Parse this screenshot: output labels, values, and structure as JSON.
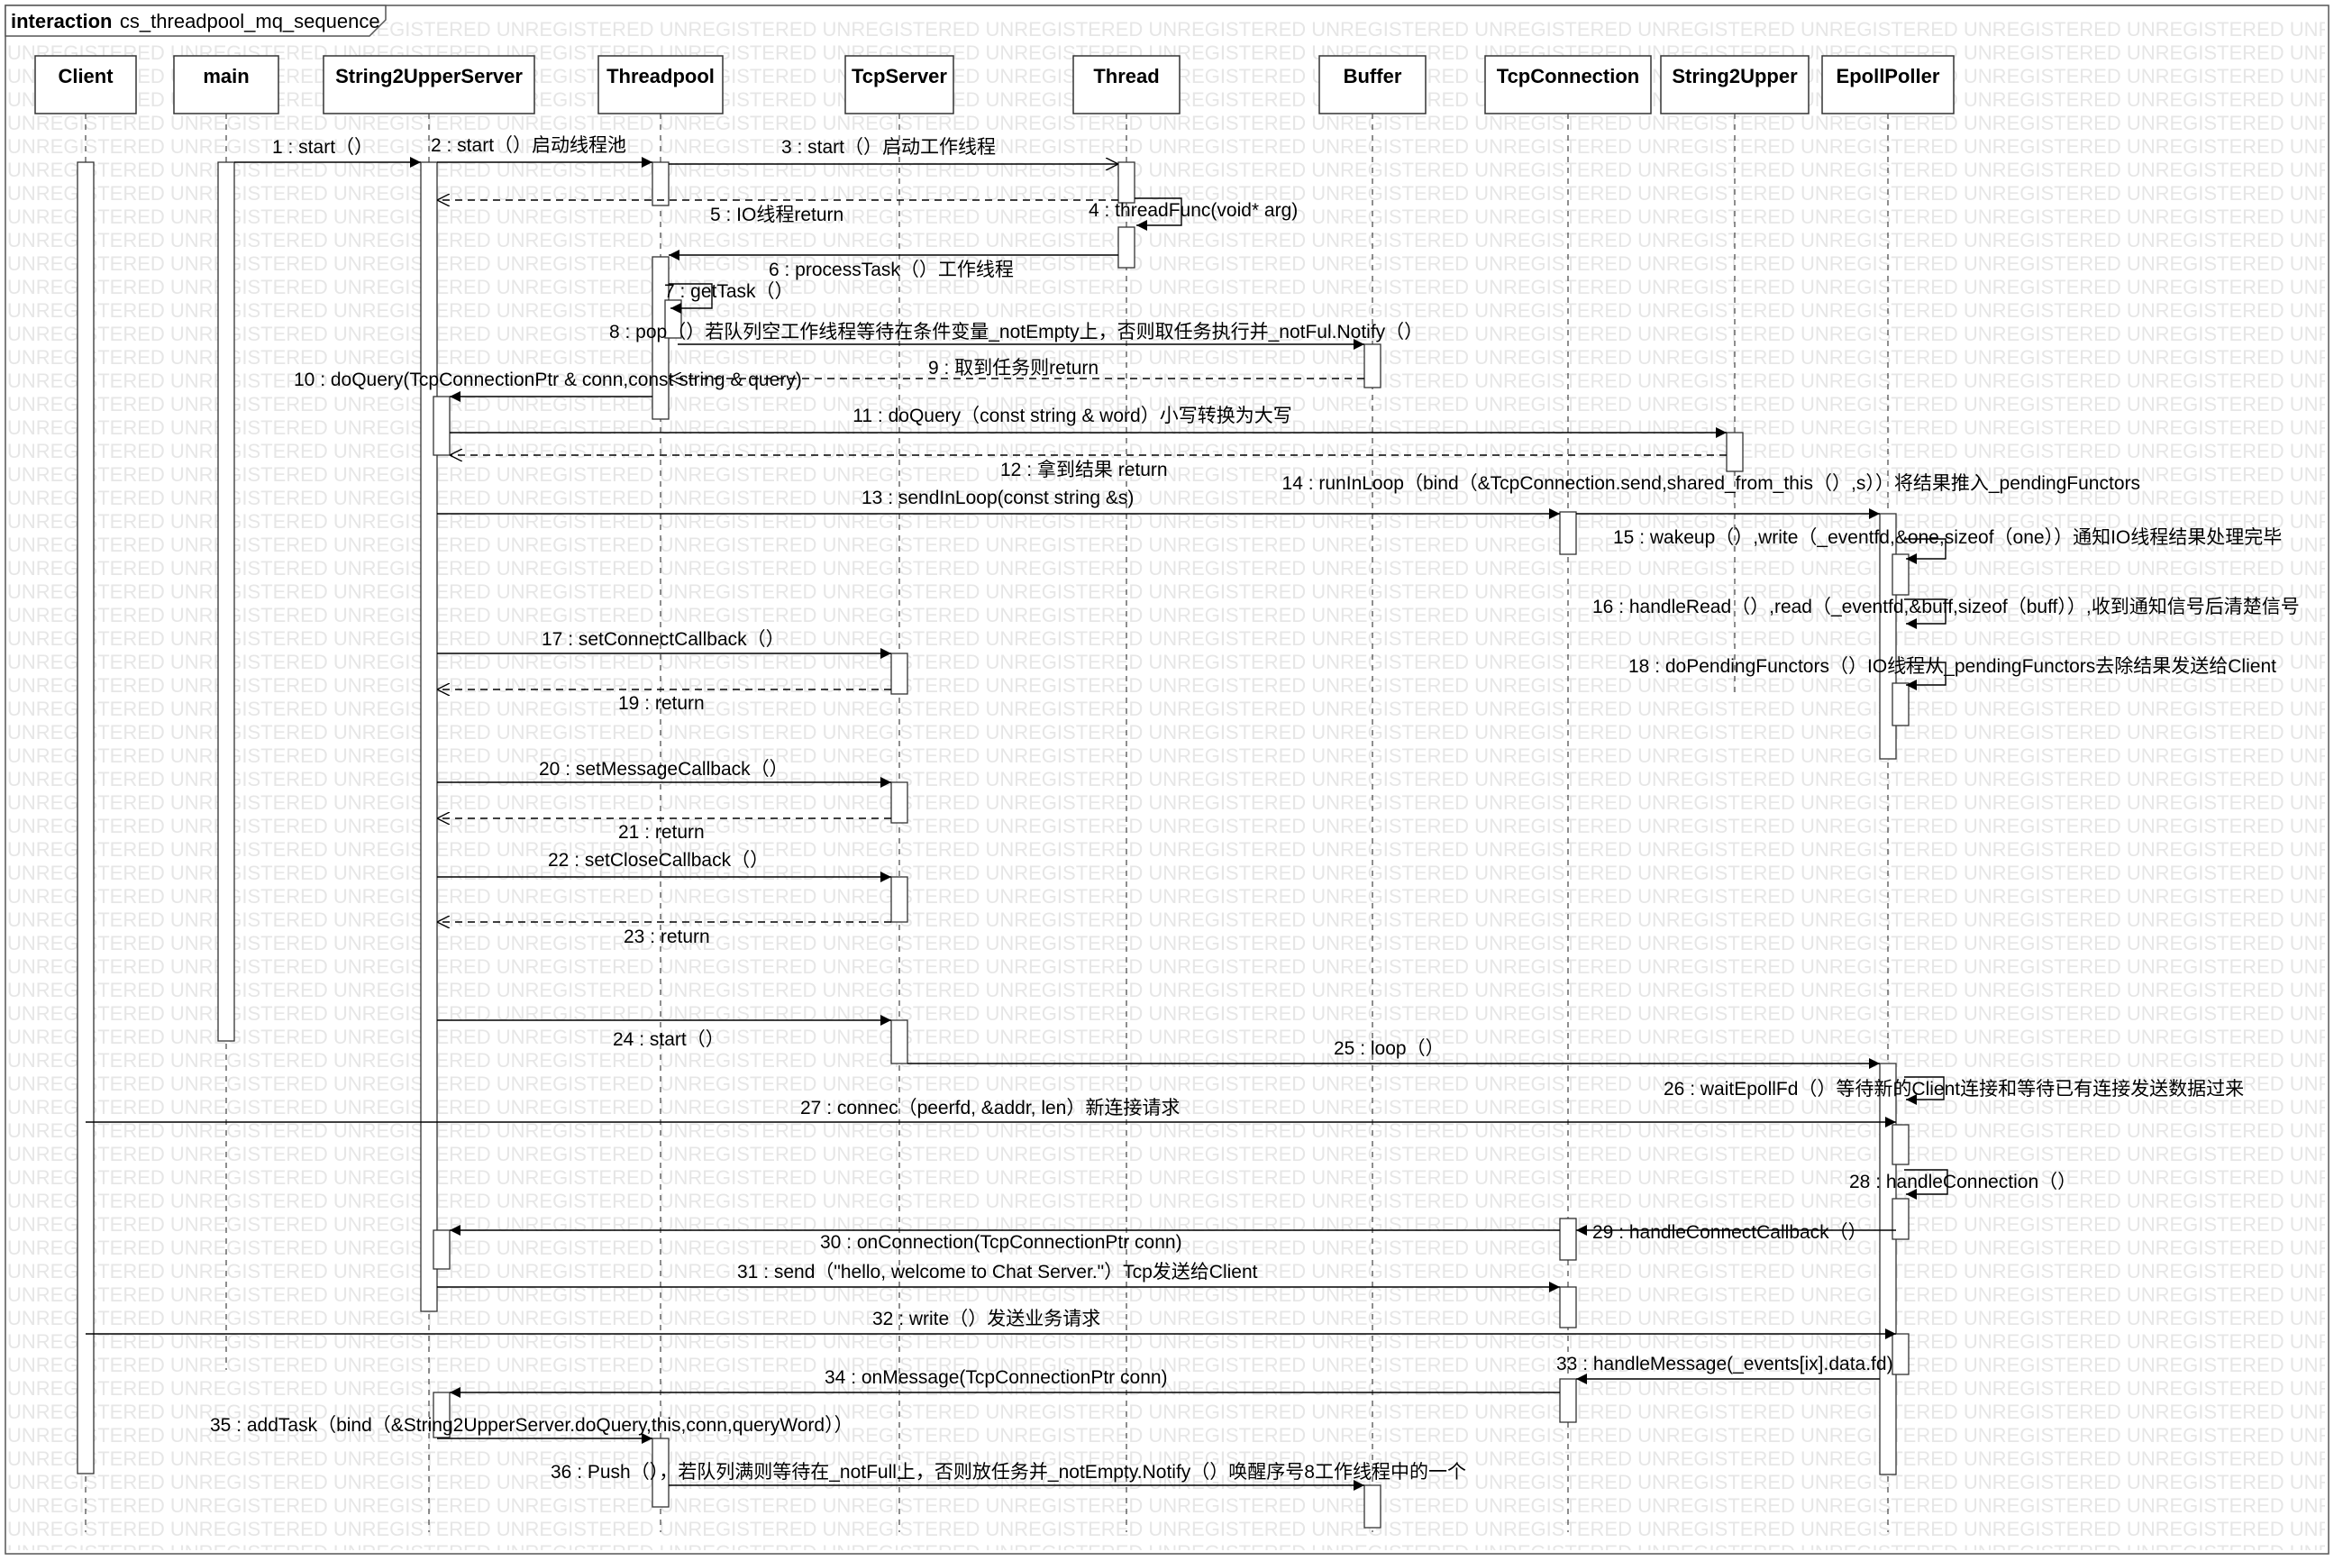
{
  "frame": {
    "keyword": "interaction",
    "name": "cs_threadpool_mq_sequence"
  },
  "watermark_text": "UNREGISTERED",
  "lifelines": [
    {
      "id": "Client",
      "label": "Client"
    },
    {
      "id": "main",
      "label": "main"
    },
    {
      "id": "String2UpperServer",
      "label": "String2UpperServer"
    },
    {
      "id": "Threadpool",
      "label": "Threadpool"
    },
    {
      "id": "TcpServer",
      "label": "TcpServer"
    },
    {
      "id": "Thread",
      "label": "Thread"
    },
    {
      "id": "Buffer",
      "label": "Buffer"
    },
    {
      "id": "TcpConnection",
      "label": "TcpConnection"
    },
    {
      "id": "String2Upper",
      "label": "String2Upper"
    },
    {
      "id": "EpollPoller",
      "label": "EpollPoller"
    }
  ],
  "messages": [
    {
      "from": "main",
      "to": "String2UpperServer",
      "label": "1 : start（）",
      "kind": "sync"
    },
    {
      "from": "String2UpperServer",
      "to": "Threadpool",
      "label": "2 : start（）启动线程池",
      "kind": "sync"
    },
    {
      "from": "Threadpool",
      "to": "Thread",
      "label": "3 : start（）启动工作线程",
      "kind": "async"
    },
    {
      "from": "Thread",
      "to": "Thread",
      "label": "4 : threadFunc(void* arg)",
      "kind": "self"
    },
    {
      "from": "Thread",
      "to": "String2UpperServer",
      "label": "5 : IO线程return",
      "kind": "return"
    },
    {
      "from": "Thread",
      "to": "Threadpool",
      "label": "6 : processTask（）工作线程",
      "kind": "sync"
    },
    {
      "from": "Threadpool",
      "to": "Threadpool",
      "label": "7 : getTask（）",
      "kind": "self"
    },
    {
      "from": "Threadpool",
      "to": "Buffer",
      "label": "8 : pop（）若队列空工作线程等待在条件变量_notEmpty上，否则取任务执行并_notFul.Notify（）",
      "kind": "sync"
    },
    {
      "from": "Buffer",
      "to": "Threadpool",
      "label": "9 : 取到任务则return",
      "kind": "return"
    },
    {
      "from": "Threadpool",
      "to": "String2UpperServer",
      "label": "10 : doQuery(TcpConnectionPtr & conn,const string & query)",
      "kind": "sync"
    },
    {
      "from": "String2UpperServer",
      "to": "String2Upper",
      "label": "11 : doQuery（const string & word）小写转换为大写",
      "kind": "sync"
    },
    {
      "from": "String2Upper",
      "to": "String2UpperServer",
      "label": "12 : 拿到结果 return",
      "kind": "return"
    },
    {
      "from": "String2UpperServer",
      "to": "TcpConnection",
      "label": "13 : sendInLoop(const string &s)",
      "kind": "sync"
    },
    {
      "from": "TcpConnection",
      "to": "EpollPoller",
      "label": "14 : runInLoop（bind（&TcpConnection.send,shared_from_this（）,s））将结果推入_pendingFunctors",
      "kind": "sync"
    },
    {
      "from": "EpollPoller",
      "to": "EpollPoller",
      "label": "15 : wakeup（）,write（_eventfd,&one,sizeof（one））通知IO线程结果处理完毕",
      "kind": "self"
    },
    {
      "from": "EpollPoller",
      "to": "EpollPoller",
      "label": "16 : handleRead（）,read（_eventfd,&buff,sizeof（buff））,收到通知信号后清楚信号",
      "kind": "self"
    },
    {
      "from": "String2UpperServer",
      "to": "TcpServer",
      "label": "17 : setConnectCallback（）",
      "kind": "sync"
    },
    {
      "from": "EpollPoller",
      "to": "EpollPoller",
      "label": "18 : doPendingFunctors（）IO线程从_pendingFunctors去除结果发送给Client",
      "kind": "self"
    },
    {
      "from": "TcpServer",
      "to": "String2UpperServer",
      "label": "19 : return",
      "kind": "return"
    },
    {
      "from": "String2UpperServer",
      "to": "TcpServer",
      "label": "20 : setMessageCallback（）",
      "kind": "sync"
    },
    {
      "from": "TcpServer",
      "to": "String2UpperServer",
      "label": "21 : return",
      "kind": "return"
    },
    {
      "from": "String2UpperServer",
      "to": "TcpServer",
      "label": "22 : setCloseCallback（）",
      "kind": "sync"
    },
    {
      "from": "TcpServer",
      "to": "String2UpperServer",
      "label": "23 : return",
      "kind": "return"
    },
    {
      "from": "String2UpperServer",
      "to": "TcpServer",
      "label": "24 : start（）",
      "kind": "sync"
    },
    {
      "from": "TcpServer",
      "to": "EpollPoller",
      "label": "25 : loop（）",
      "kind": "sync"
    },
    {
      "from": "EpollPoller",
      "to": "EpollPoller",
      "label": "26 : waitEpollFd（）等待新的Client连接和等待已有连接发送数据过来",
      "kind": "self"
    },
    {
      "from": "Client",
      "to": "EpollPoller",
      "label": "27 : connec（peerfd, &addr, len）新连接请求",
      "kind": "sync"
    },
    {
      "from": "EpollPoller",
      "to": "EpollPoller",
      "label": "28 : handleConnection（）",
      "kind": "self"
    },
    {
      "from": "EpollPoller",
      "to": "TcpConnection",
      "label": "29 : handleConnectCallback（）",
      "kind": "sync"
    },
    {
      "from": "TcpConnection",
      "to": "String2UpperServer",
      "label": "30 : onConnection(TcpConnectionPtr conn)",
      "kind": "sync"
    },
    {
      "from": "String2UpperServer",
      "to": "TcpConnection",
      "label": "31 : send（\"hello, welcome to Chat Server.\"）Tcp发送给Client",
      "kind": "sync"
    },
    {
      "from": "Client",
      "to": "EpollPoller",
      "label": "32 : write（）发送业务请求",
      "kind": "sync"
    },
    {
      "from": "EpollPoller",
      "to": "TcpConnection",
      "label": "33 : handleMessage(_events[ix].data.fd)",
      "kind": "sync"
    },
    {
      "from": "TcpConnection",
      "to": "String2UpperServer",
      "label": "34 : onMessage(TcpConnectionPtr conn)",
      "kind": "sync"
    },
    {
      "from": "String2UpperServer",
      "to": "Threadpool",
      "label": "35 : addTask（bind（&String2UpperServer.doQuery,this,conn,queryWord））",
      "kind": "sync"
    },
    {
      "from": "Threadpool",
      "to": "Buffer",
      "label": "36 : Push（），若队列满则等待在_notFull上，否则放任务并_notEmpty.Notify（）唤醒序号8工作线程中的一个",
      "kind": "sync"
    }
  ]
}
